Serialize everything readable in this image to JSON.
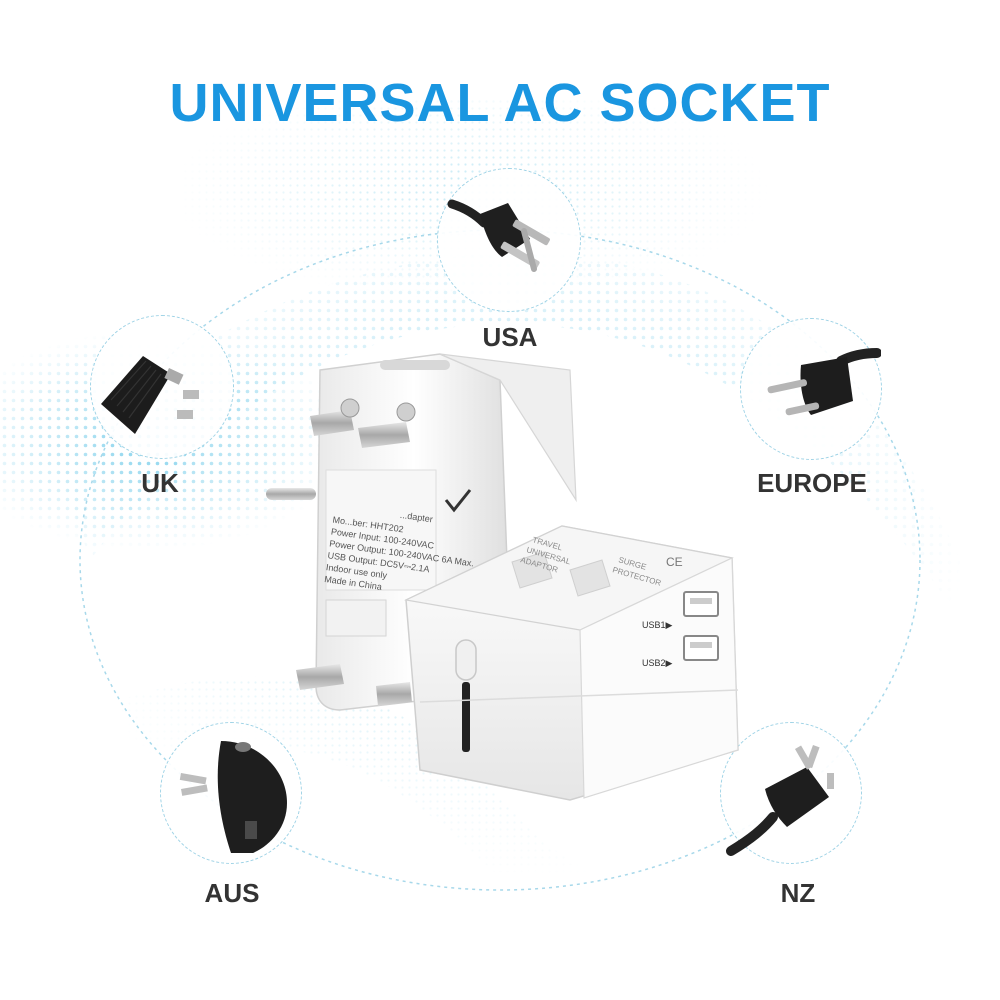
{
  "title": "UNIVERSAL AC SOCKET",
  "colors": {
    "accent": "#1a96e0",
    "label": "#333333",
    "ring": "#9fd3e6",
    "halftone": "#5cc3e6"
  },
  "regions": [
    {
      "key": "usa",
      "label": "USA",
      "icon": "usa-plug-icon"
    },
    {
      "key": "uk",
      "label": "UK",
      "icon": "uk-plug-icon"
    },
    {
      "key": "europe",
      "label": "EUROPE",
      "icon": "europe-plug-icon"
    },
    {
      "key": "aus",
      "label": "AUS",
      "icon": "aus-plug-icon"
    },
    {
      "key": "nz",
      "label": "NZ",
      "icon": "nz-plug-icon"
    }
  ],
  "product": {
    "label_lines": [
      "Mo...ber: HHT202",
      "Power Input: 100-240VAC",
      "Power Output: 100-240VAC 6A Max.",
      "USB Output: DC5V⎓2.1A",
      "Indoor use only",
      "Made in China"
    ],
    "label_header": "...dapter",
    "front_text_left": [
      "TRAVEL",
      "UNIVERSAL",
      "ADAPTOR"
    ],
    "front_text_right": [
      "SURGE",
      "PROTECTOR"
    ],
    "usb1": "USB1▶",
    "usb2": "USB2▶",
    "ce": "CE"
  }
}
